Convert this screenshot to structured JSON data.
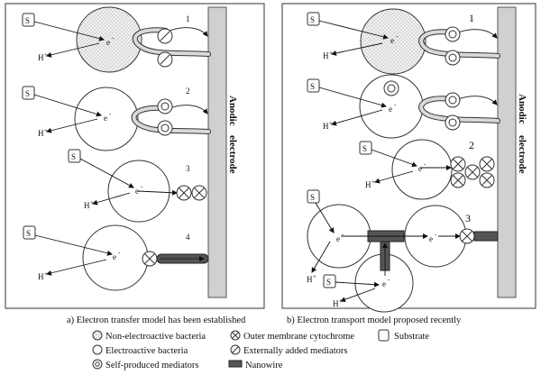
{
  "panels": {
    "left": {
      "caption": "a) Electron transfer model has been established",
      "electrode_label_1": "Anodic",
      "electrode_label_2": "electrode",
      "steps": [
        "1",
        "2",
        "3",
        "4"
      ]
    },
    "right": {
      "caption": "b) Electron transport model proposed recently",
      "electrode_label_1": "Anodic",
      "electrode_label_2": "electrode",
      "steps": [
        "1",
        "2",
        "3"
      ]
    }
  },
  "symbols": {
    "substrate": "S",
    "electron": "e",
    "electron_sup": "-",
    "proton": "H",
    "proton_sup": "+"
  },
  "legend": {
    "non_electroactive": "Non-electroactive bacteria",
    "electroactive": "Electroactive bacteria",
    "self_produced": "Self-produced mediators",
    "outer_membrane": "Outer membrane cytochrome",
    "external_mediators": "Externally added mediators",
    "nanowire": "Nanowire",
    "substrate": "Substrate"
  }
}
